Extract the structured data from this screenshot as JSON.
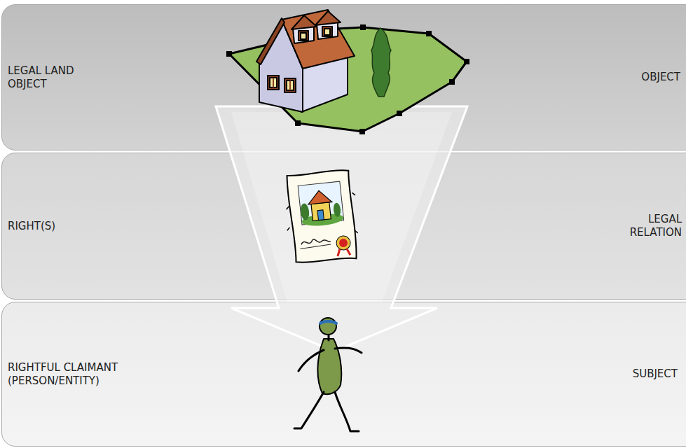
{
  "diagram": {
    "nodes": [
      {
        "text": [
          "LEGAL LAND OBJECT",
          "OBJECT"
        ]
      },
      {
        "text": [
          "RIGHT(S)",
          "LEGAL RELATION"
        ]
      },
      {
        "text": [
          "RIGHTFUL CLAIMANT (PERSON/ENTITY)",
          "SUBJECT"
        ]
      }
    ]
  }
}
